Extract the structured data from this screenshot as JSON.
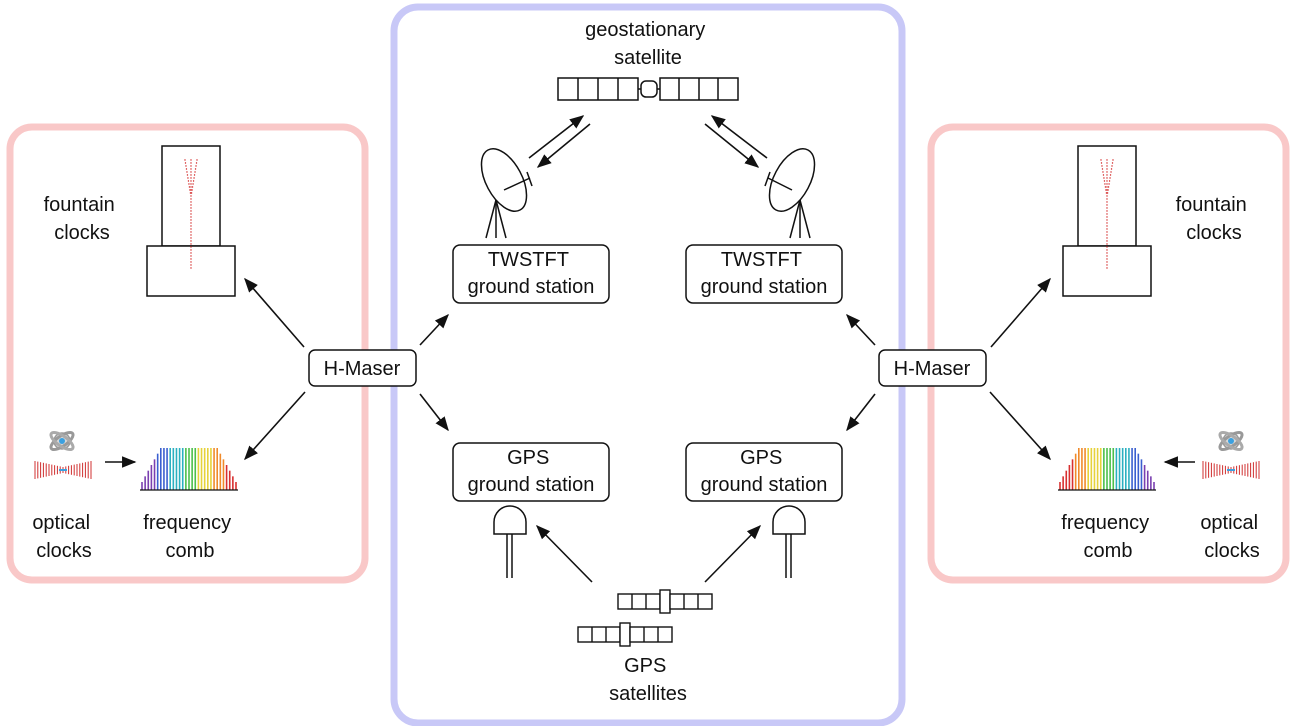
{
  "colors": {
    "lab_frame": "#f9c8c8",
    "link_frame": "#c8c8f7",
    "line": "#111111",
    "fountain_atoms": "#d02020",
    "laser": "#d03030"
  },
  "left_lab": {
    "fountain_label": [
      "fountain",
      "clocks"
    ],
    "optical_label": [
      "optical",
      "clocks"
    ],
    "comb_label": [
      "frequency",
      "comb"
    ],
    "maser_label": "H-Maser"
  },
  "right_lab": {
    "fountain_label": [
      "fountain",
      "clocks"
    ],
    "optical_label": [
      "optical",
      "clocks"
    ],
    "comb_label": [
      "frequency",
      "comb"
    ],
    "maser_label": "H-Maser"
  },
  "link": {
    "geo_label": [
      "geostationary",
      "satellite"
    ],
    "twstft_left": [
      "TWSTFT",
      "ground station"
    ],
    "twstft_right": [
      "TWSTFT",
      "ground station"
    ],
    "gps_left": [
      "GPS",
      "ground station"
    ],
    "gps_right": [
      "GPS",
      "ground station"
    ],
    "gps_sat_label": [
      "GPS",
      "satellites"
    ]
  }
}
